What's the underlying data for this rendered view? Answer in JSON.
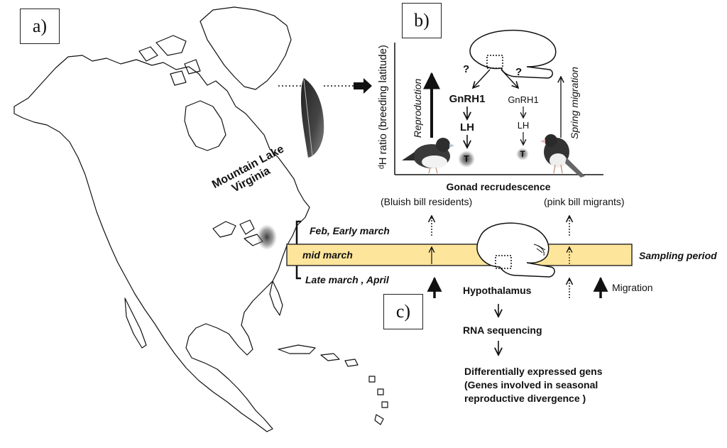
{
  "panels": {
    "a": "a)",
    "b": "b)",
    "c": "c)"
  },
  "map": {
    "site_line1": "Mountain Lake",
    "site_line2": "Virginia",
    "periods": [
      "Feb, Early march",
      "mid march",
      "Late march , April"
    ]
  },
  "panel_b": {
    "y_axis_label": "ᵈH ratio (breeding latitude)",
    "x_axis_label": "Gonad recrudescence",
    "reproduction": "Reproduction",
    "spring_migration": "Spring migration",
    "question_mark": "?",
    "left_pathway": {
      "gnrh": "GnRH1",
      "lh": "LH",
      "t": "T"
    },
    "right_pathway": {
      "gnrh": "GnRH1",
      "lh": "LH",
      "t": "T"
    },
    "residents": "(Bluish bill residents)",
    "migrants": "(pink bill migrants)"
  },
  "panel_c": {
    "sampling_period": "Sampling period",
    "hypothalamus": "Hypothalamus",
    "migration": "Migration",
    "rna_seq": "RNA sequencing",
    "result_line1": "Differentially expressed gens",
    "result_line2": "(Genes involved in seasonal",
    "result_line3": "reproductive divergence )"
  },
  "colors": {
    "sampling_band": "#fde59b",
    "sampling_border": "#222222",
    "ink": "#111111"
  }
}
